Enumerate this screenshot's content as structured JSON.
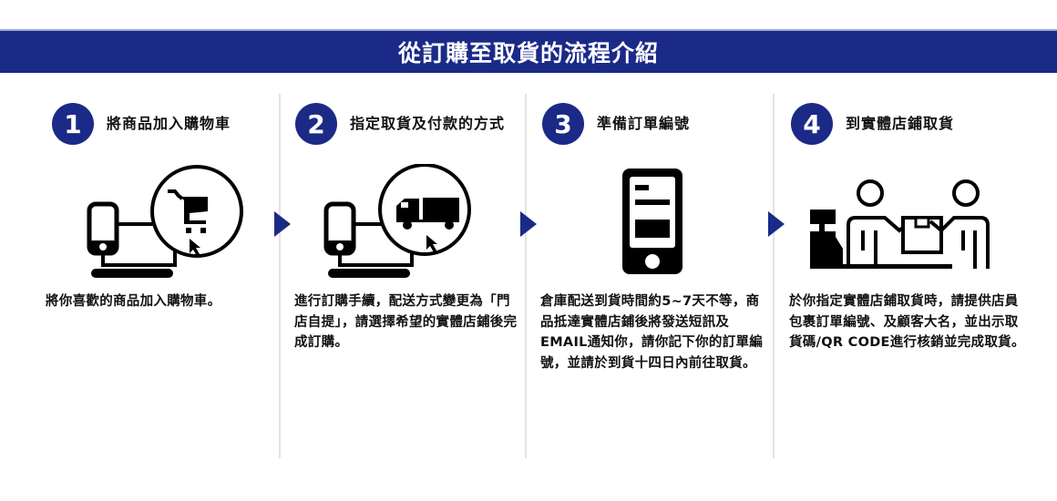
{
  "banner": {
    "title": "從訂購至取貨的流程介紹",
    "color": "#1b2a87"
  },
  "steps": [
    {
      "number": "1",
      "title": "將商品加入購物車",
      "icon": "phone-laptop-cart-icon",
      "description": "將你喜歡的商品加入購物車。"
    },
    {
      "number": "2",
      "title": "指定取貨及付款的方式",
      "icon": "phone-laptop-truck-icon",
      "description": "進行訂購手續，配送方式變更為「門店自提」，請選擇希望的實體店鋪後完成訂購。"
    },
    {
      "number": "3",
      "title": "準備訂單編號",
      "icon": "smartphone-order-icon",
      "description": "倉庫配送到貨時間約5~7天不等，商品抵達實體店鋪後將發送短訊及EMAIL通知你，請你記下你的訂單編號，並請於到貨十四日內前往取貨。"
    },
    {
      "number": "4",
      "title": "到實體店鋪取貨",
      "icon": "store-pickup-handover-icon",
      "description": "於你指定實體店鋪取貨時，請提供店員包裹訂單編號、及顧客大名，並出示取貨碼/QR CODE進行核銷並完成取貨。"
    }
  ]
}
